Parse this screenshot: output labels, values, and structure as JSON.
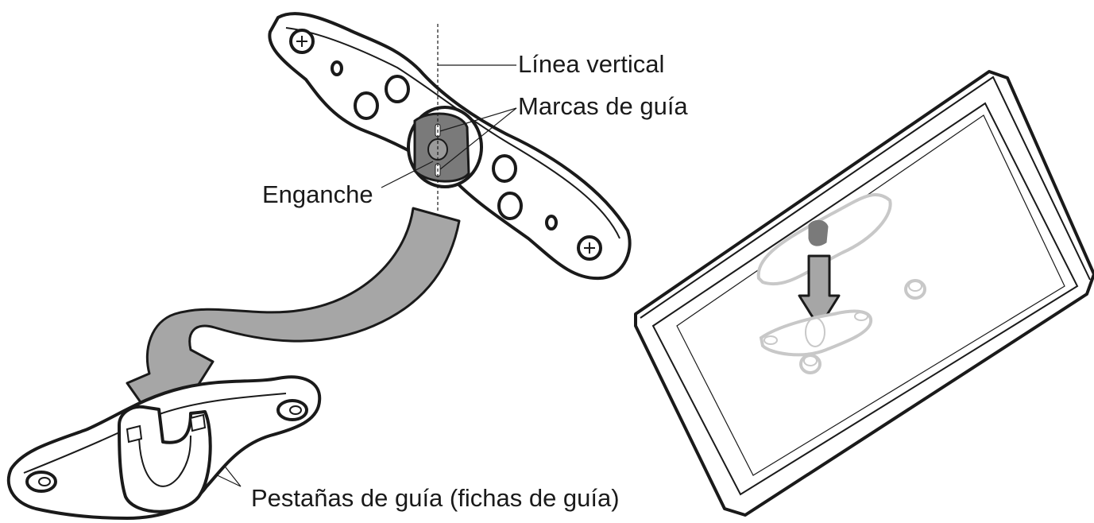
{
  "labels": {
    "vertical_line": "Línea vertical",
    "guide_marks": "Marcas de guía",
    "hook": "Enganche",
    "guide_tabs": "Pestañas de guía (fichas de guía)"
  },
  "colors": {
    "outline": "#1a1a1a",
    "arrow_fill": "#a6a6a6",
    "hook_fill": "#7a7a7a",
    "ghost_outline": "#c8c8c8"
  },
  "icons": {
    "screw": "phillips-screw-icon",
    "arrow_curved": "curved-arrow-icon",
    "arrow_down": "down-arrow-icon"
  }
}
